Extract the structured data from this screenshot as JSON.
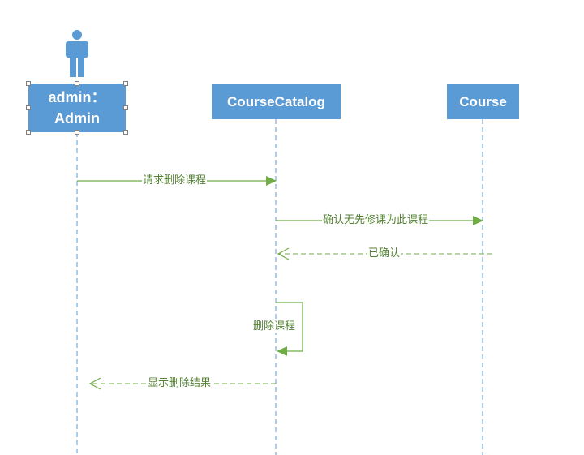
{
  "participants": [
    {
      "id": "admin",
      "line1": "admin：",
      "line2": "Admin",
      "actor": true
    },
    {
      "id": "catalog",
      "label": "CourseCatalog"
    },
    {
      "id": "course",
      "label": "Course"
    }
  ],
  "messages": [
    {
      "id": "m1",
      "text": "请求删除课程",
      "from": "admin",
      "to": "catalog",
      "kind": "sync"
    },
    {
      "id": "m2",
      "text": "确认无先修课为此课程",
      "from": "catalog",
      "to": "course",
      "kind": "sync"
    },
    {
      "id": "m3",
      "text": "已确认",
      "from": "course",
      "to": "catalog",
      "kind": "return"
    },
    {
      "id": "m4",
      "text": "删除课程",
      "from": "catalog",
      "to": "catalog",
      "kind": "self"
    },
    {
      "id": "m5",
      "text": "显示删除结果",
      "from": "catalog",
      "to": "admin",
      "kind": "return"
    }
  ],
  "colors": {
    "box": "#5b9bd5",
    "lifeline": "#5b9bd5",
    "message": "#70ad47",
    "message_text": "#548235",
    "actor": "#5b9bd5"
  }
}
